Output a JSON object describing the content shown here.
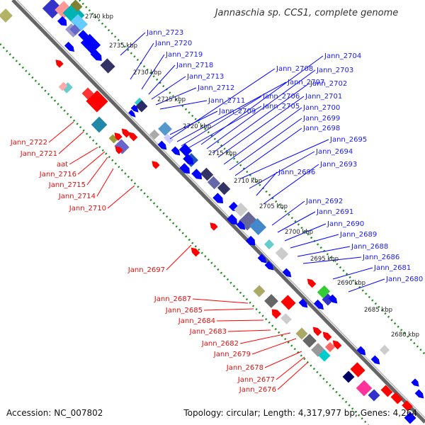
{
  "title": "Jannaschia sp. CCS1, complete genome",
  "footer": {
    "accession": "Accession: NC_007802",
    "info": "Topology: circular; Length: 4,317,977 bp; Genes: 4,264"
  },
  "colors": {
    "forward": "#0000ff",
    "reverse": "#ff0000",
    "label_forward": "#1a1aff",
    "label_reverse": "#e01010",
    "backbone": "#666666",
    "ticks": "#1a8a1a"
  },
  "ticks": [
    "2740 kbp",
    "2735 kbp",
    "2730 kbp",
    "2725 kbp",
    "2720 kbp",
    "2715 kbp",
    "2710 kbp",
    "2705 kbp",
    "2700 kbp",
    "2695 kbp",
    "2690 kbp",
    "2685 kbp",
    "2680 kbp"
  ],
  "forward_labels": [
    "Jann_2723",
    "Jann_2720",
    "Jann_2719",
    "Jann_2718",
    "Jann_2713",
    "Jann_2712",
    "Jann_2711",
    "Jann_2709",
    "Jann_2708",
    "Jann_2707",
    "Jann_2706",
    "Jann_2705",
    "Jann_2704",
    "Jann_2703",
    "Jann_2702",
    "Jann_2701",
    "Jann_2700",
    "Jann_2699",
    "Jann_2698",
    "Jann_2695",
    "Jann_2694",
    "Jann_2696",
    "Jann_2693",
    "Jann_2692",
    "Jann_2691",
    "Jann_2690",
    "Jann_2689",
    "Jann_2688",
    "Jann_2686",
    "Jann_2681",
    "Jann_2680"
  ],
  "reverse_labels": [
    "Jann_2722",
    "Jann_2721",
    "aat",
    "Jann_2716",
    "Jann_2715",
    "Jann_2714",
    "Jann_2710",
    "Jann_2697",
    "Jann_2687",
    "Jann_2685",
    "Jann_2684",
    "Jann_2683",
    "Jann_2682",
    "Jann_2679",
    "Jann_2678",
    "Jann_2677",
    "Jann_2676"
  ]
}
